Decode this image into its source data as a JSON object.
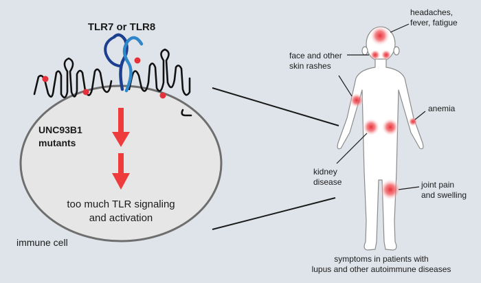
{
  "receptor_label": "TLR7 or TLR8",
  "mutant_label": "UNC93B1\nmutants",
  "signaling_label": "too much TLR signaling\nand activation",
  "cell_label": "immune cell",
  "symptoms": {
    "head": "headaches,\nfever, fatigue",
    "skin": "face and other\nskin rashes",
    "anemia": "anemia",
    "kidney": "kidney\ndisease",
    "joint": "joint pain\nand swelling"
  },
  "caption": "symptoms in patients with\nlupus and other autoimmune diseases",
  "colors": {
    "background": "#dfe4ea",
    "cell_fill": "#e6e6e6",
    "cell_stroke": "#6e6e6e",
    "arrow": "#ee3b3b",
    "tlr_dark": "#1c3f8f",
    "tlr_light": "#2f86c8",
    "spot": "#e8303a"
  }
}
